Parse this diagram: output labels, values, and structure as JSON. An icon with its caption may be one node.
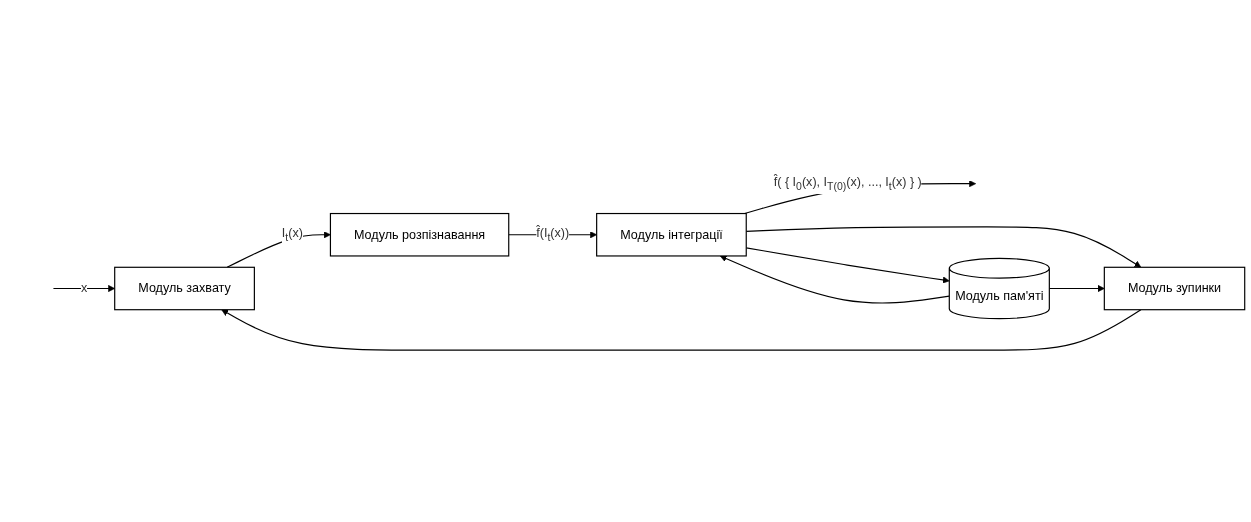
{
  "diagram": {
    "nodes": [
      {
        "text": [
          "Модуль захвату"
        ]
      },
      {
        "text": [
          "Модуль розпізнавання"
        ]
      },
      {
        "text": [
          "Модуль інтеграції"
        ]
      },
      {
        "text": [
          "Модуль зупинки"
        ]
      },
      {
        "text": [
          "Модуль пам'яті"
        ]
      }
    ],
    "edges": [
      {
        "from": null,
        "to": 0,
        "arrow": "to",
        "label": "x"
      },
      {
        "from": 0,
        "to": 1,
        "arrow": "to",
        "label": "I$_{t}$(x)"
      },
      {
        "from": 1,
        "to": 2,
        "arrow": "to",
        "label": "f̂(I$_{t}$(x))"
      },
      {
        "from": 2,
        "to": 3,
        "arrow": "to"
      },
      {
        "from": 3,
        "to": 0,
        "arrow": "to"
      },
      {
        "from": 4,
        "to": 2,
        "arrow": "to"
      },
      {
        "from": 4,
        "to": 3,
        "arrow": "to"
      },
      {
        "from": 2,
        "to": 4,
        "arrow": "to"
      },
      {
        "from": 2,
        "to": null,
        "arrow": "to",
        "label": "f̂( { I$_{0}$(x), I$_{T(0)}$(x), ..., I$_{t}$(x) } )"
      }
    ]
  }
}
